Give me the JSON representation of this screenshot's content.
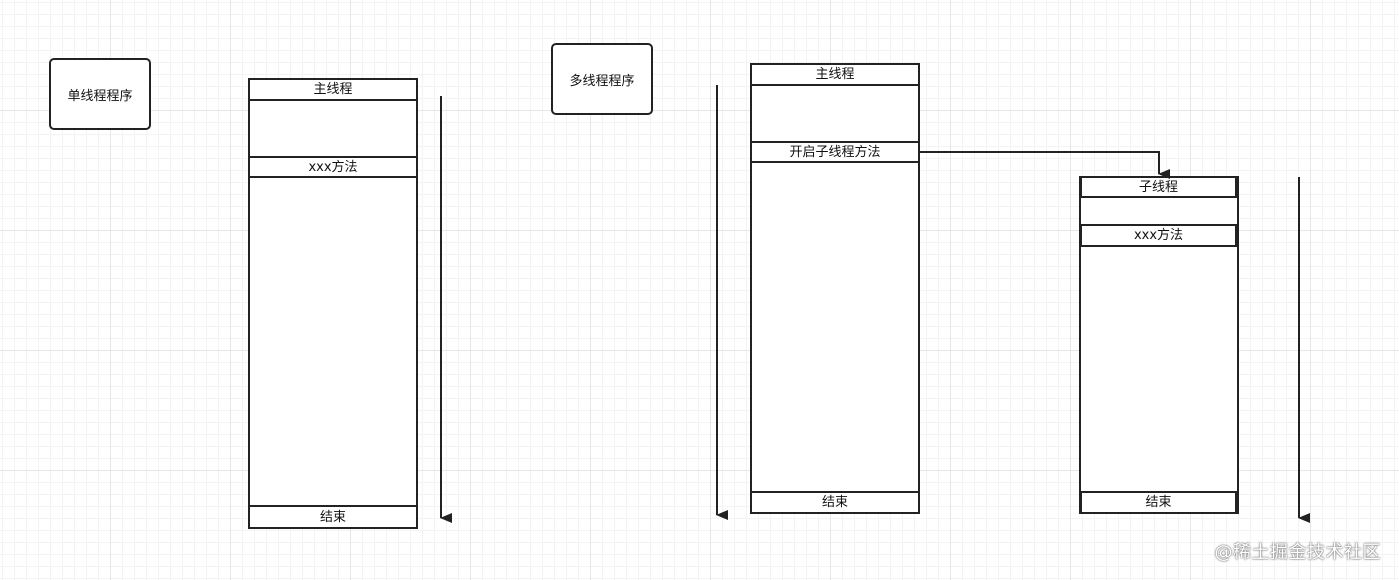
{
  "single": {
    "title": "单线程程序",
    "main_thread": "主线程",
    "method": "xxx方法",
    "end": "结束"
  },
  "multi": {
    "title": "多线程程序",
    "main_thread": "主线程",
    "start_child": "开启子线程方法",
    "end": "结束"
  },
  "child": {
    "title": "子线程",
    "method": "xxx方法",
    "end": "结束"
  },
  "watermark": "@稀土掘金技术社区"
}
